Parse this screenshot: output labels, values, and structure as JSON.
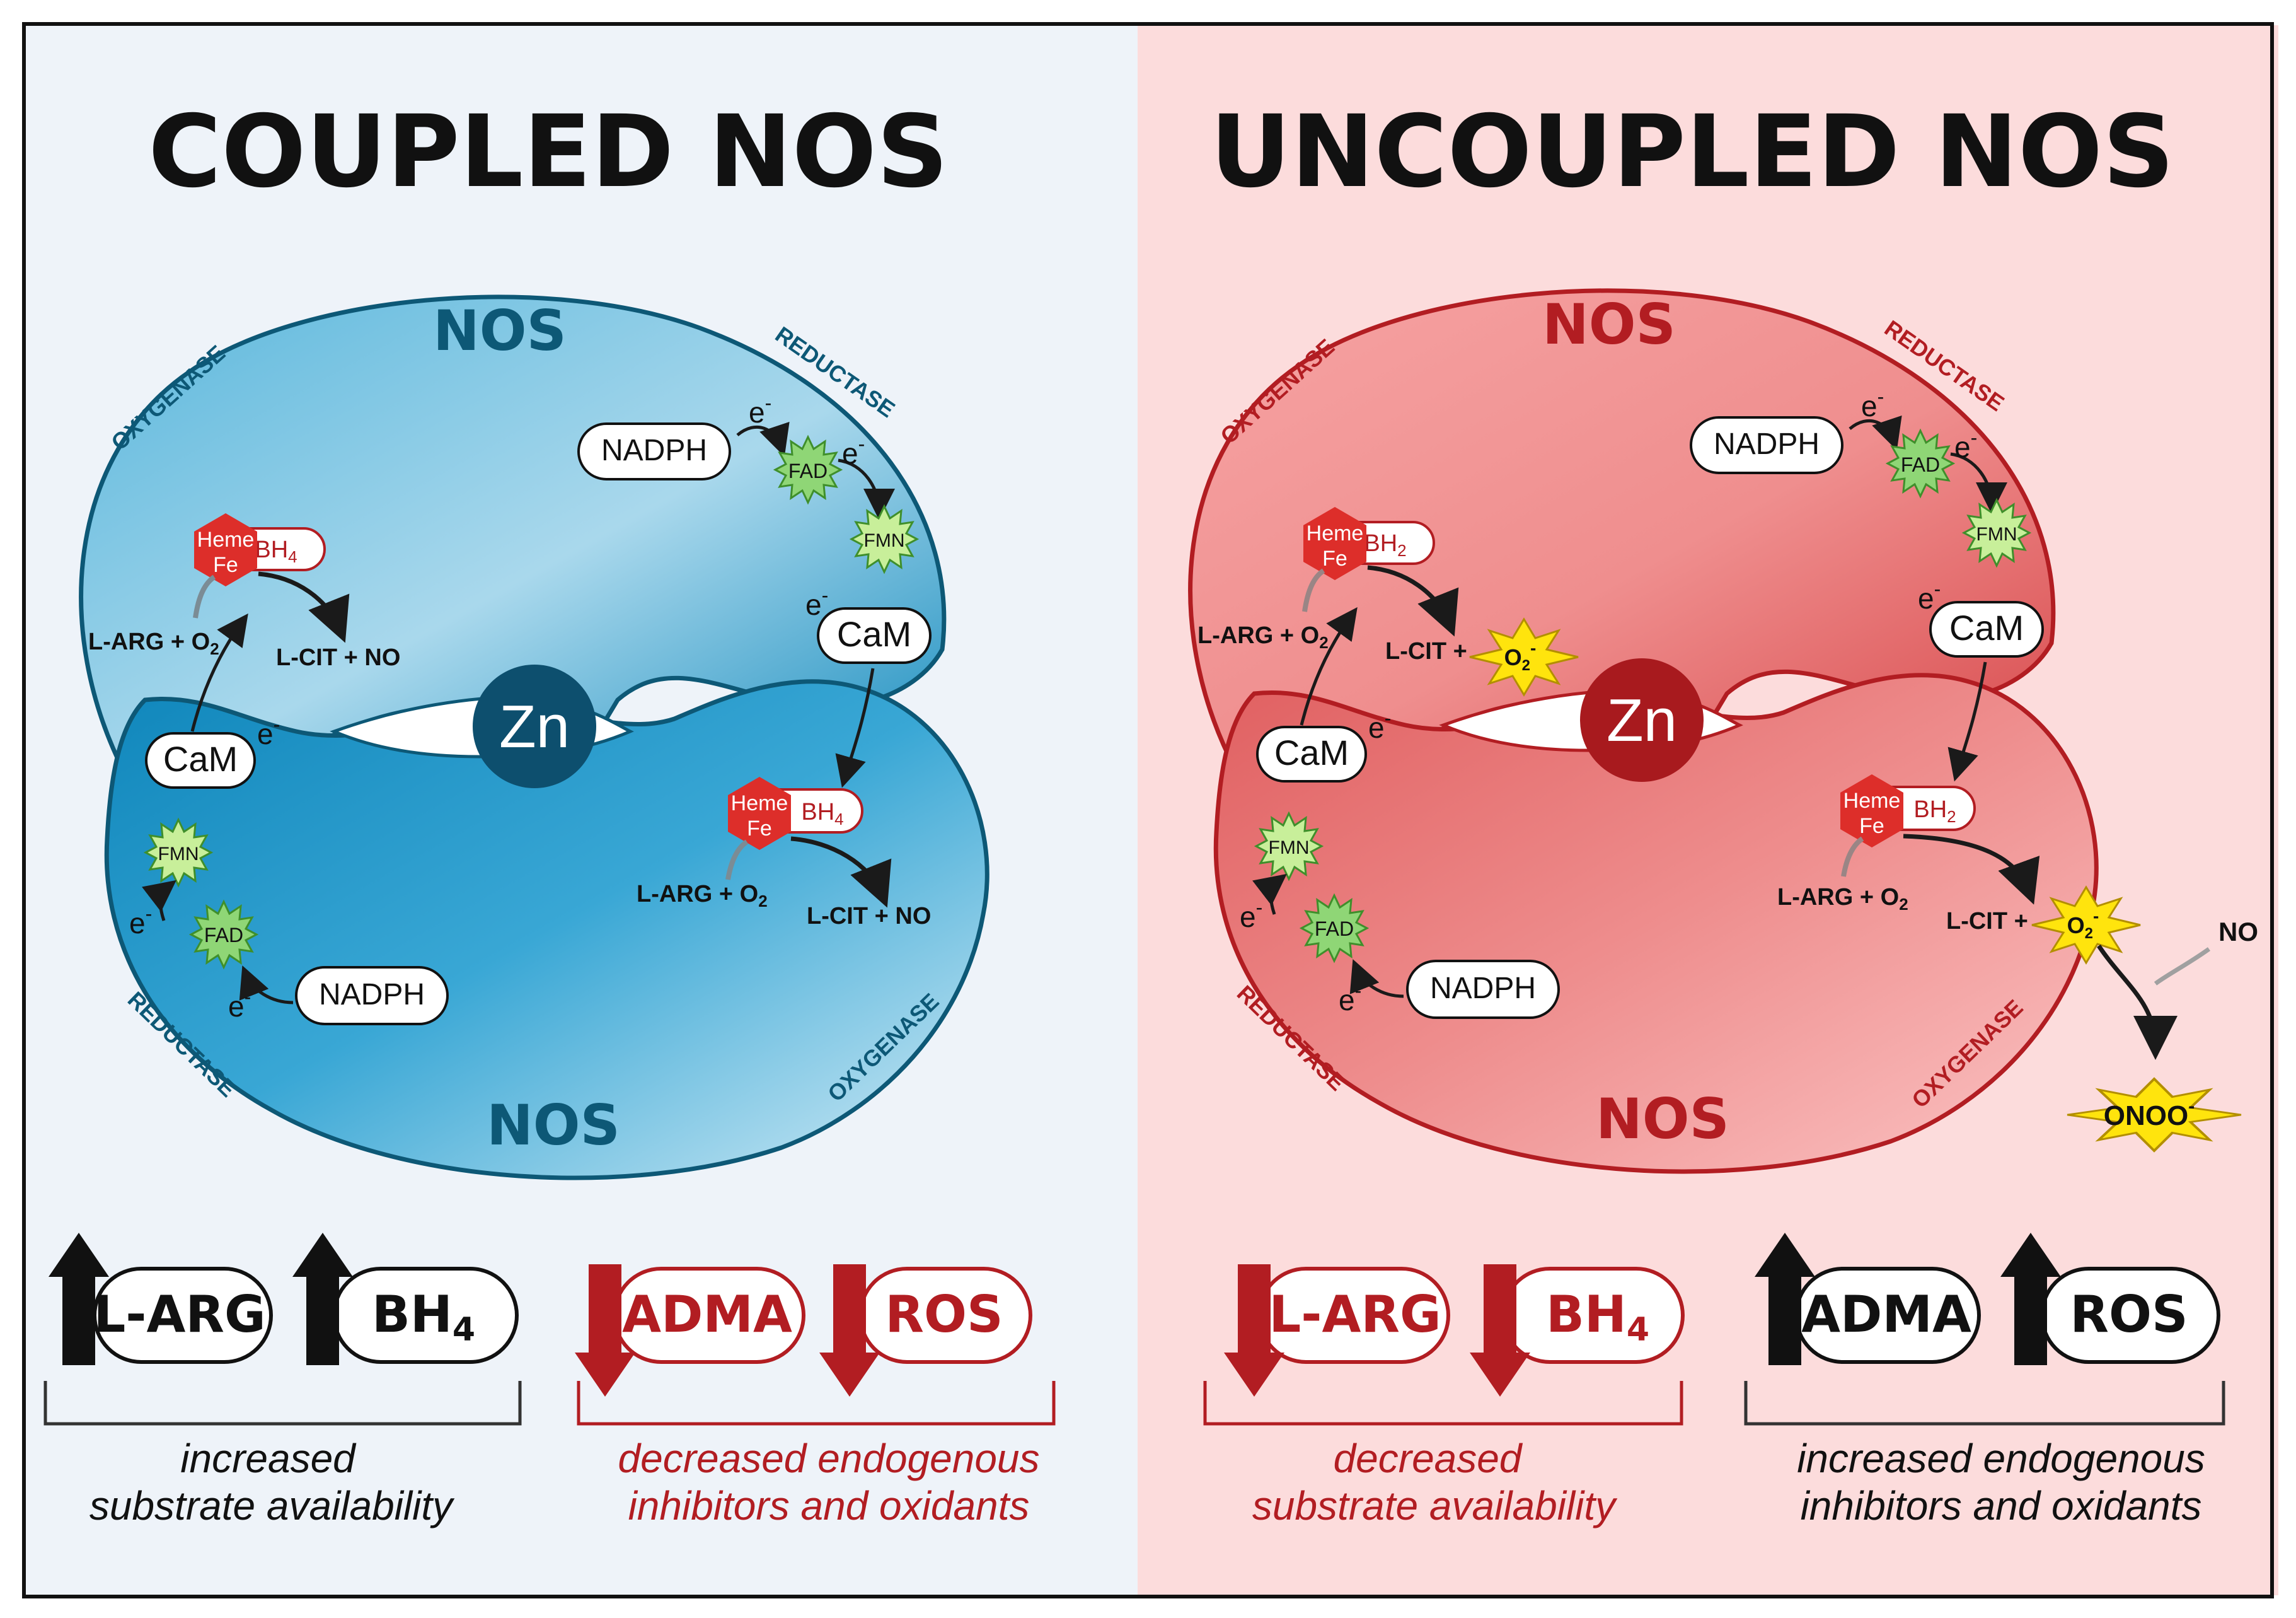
{
  "colors": {
    "left_bg": "#eef3f9",
    "right_bg": "#fcdcdc",
    "blue_dark": "#0d5876",
    "blue_mid": "#1794c4",
    "blue_light": "#bfe3f1",
    "red_dark": "#b21d22",
    "red_mid": "#e4595b",
    "red_light": "#f8b7b7",
    "heme_red": "#dd2e2a",
    "cofactor_green": "#8fd676",
    "radical_yellow": "#ffe40d"
  },
  "left": {
    "title": "COUPLED NOS",
    "nos_top": "NOS",
    "nos_bottom": "NOS",
    "oxygenase_top": "OXYGENASE",
    "reductase_top": "REDUCTASE",
    "reductase_bottom": "REDUCTASE",
    "oxygenase_bottom": "OXYGENASE",
    "zn": "Zn",
    "nadph_top": "NADPH",
    "nadph_bottom": "NADPH",
    "fad": "FAD",
    "fmn": "FMN",
    "cam": "CaM",
    "heme_line1": "Heme",
    "heme_line2": "Fe",
    "cofactor_label": "BH",
    "cofactor_sub": "4",
    "electron": "e",
    "electron_sup": "-",
    "substrate": "L-ARG + O",
    "substrate_sub": "2",
    "product": "L-CIT + NO",
    "box1": "L-ARG",
    "box2": "BH",
    "box2_sub": "4",
    "box3": "ADMA",
    "box4": "ROS",
    "caption1_line1": "increased",
    "caption1_line2": "substrate availability",
    "caption2_line1": "decreased endogenous",
    "caption2_line2": "inhibitors and oxidants"
  },
  "right": {
    "title": "UNCOUPLED NOS",
    "nos_top": "NOS",
    "nos_bottom": "NOS",
    "oxygenase_top": "OXYGENASE",
    "reductase_top": "REDUCTASE",
    "reductase_bottom": "REDUCTASE",
    "oxygenase_bottom": "OXYGENASE",
    "zn": "Zn",
    "nadph_top": "NADPH",
    "nadph_bottom": "NADPH",
    "fad": "FAD",
    "fmn": "FMN",
    "cam": "CaM",
    "heme_line1": "Heme",
    "heme_line2": "Fe",
    "cofactor_label": "BH",
    "cofactor_sub": "2",
    "electron": "e",
    "electron_sup": "-",
    "substrate": "L-ARG + O",
    "substrate_sub": "2",
    "product": "L-CIT +",
    "radical": "O",
    "radical_sub": "2",
    "radical_sup": "-",
    "no_label": "NO",
    "peroxynitrite": "ONOO",
    "peroxynitrite_sup": "-",
    "box1": "L-ARG",
    "box2": "BH",
    "box2_sub": "4",
    "box3": "ADMA",
    "box4": "ROS",
    "caption1_line1": "decreased",
    "caption1_line2": "substrate availability",
    "caption2_line1": "increased endogenous",
    "caption2_line2": "inhibitors and oxidants"
  }
}
